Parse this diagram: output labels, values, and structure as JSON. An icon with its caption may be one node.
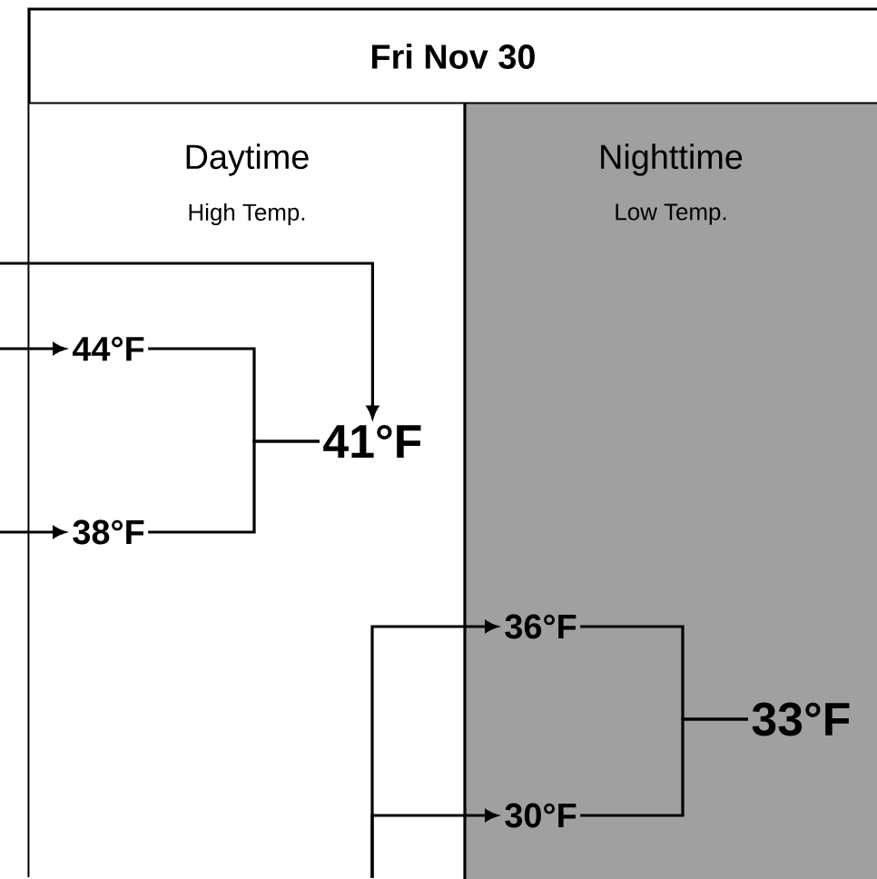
{
  "diagram": {
    "nodes": [
      {
        "text": [
          "Fri Nov 30"
        ]
      },
      {
        "text": [
          "Daytime",
          "High Temp."
        ],
        "in": 0
      },
      {
        "text": [
          "Nighttime",
          "Low Temp."
        ],
        "in": 0
      },
      {
        "text": [
          "44°F"
        ],
        "in": 1
      },
      {
        "text": [
          "38°F"
        ],
        "in": 1
      },
      {
        "text": [
          "41°F"
        ],
        "in": 1
      },
      {
        "text": [
          "36°F"
        ],
        "in": 2
      },
      {
        "text": [
          "30°F"
        ],
        "in": 2
      },
      {
        "text": [
          "33°F"
        ],
        "in": 2
      }
    ],
    "edges": [
      {
        "from": null,
        "to": 3,
        "arrow": "to"
      },
      {
        "from": null,
        "to": 4,
        "arrow": "to"
      },
      {
        "from": null,
        "to": 5,
        "arrow": "to"
      },
      {
        "from": 3,
        "to": 5,
        "arrow": "none"
      },
      {
        "from": 4,
        "to": 5,
        "arrow": "none"
      },
      {
        "from": 1,
        "to": 6,
        "arrow": "to"
      },
      {
        "from": 1,
        "to": 7,
        "arrow": "to"
      },
      {
        "from": 6,
        "to": 8,
        "arrow": "none"
      },
      {
        "from": 7,
        "to": 8,
        "arrow": "none"
      }
    ]
  }
}
